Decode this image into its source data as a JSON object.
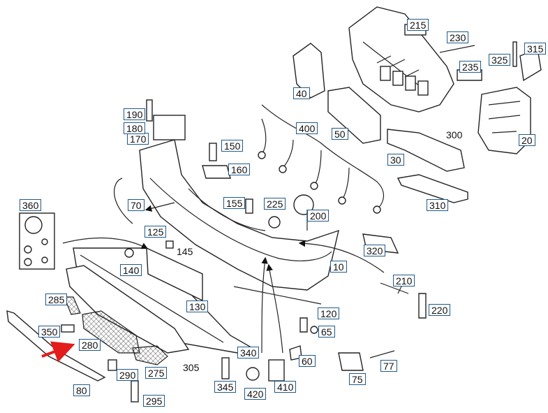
{
  "labels": {
    "l10": "10",
    "l20": "20",
    "l30": "30",
    "l40": "40",
    "l50": "50",
    "l60": "60",
    "l65": "65",
    "l70": "70",
    "l75": "75",
    "l77": "77",
    "l80": "80",
    "l120": "120",
    "l125": "125",
    "l130": "130",
    "l140": "140",
    "l145": "145",
    "l150": "150",
    "l155": "155",
    "l160": "160",
    "l170": "170",
    "l180": "180",
    "l190": "190",
    "l200": "200",
    "l210": "210",
    "l215": "215",
    "l220": "220",
    "l225": "225",
    "l230": "230",
    "l235": "235",
    "l275": "275",
    "l280": "280",
    "l285": "285",
    "l290": "290",
    "l295": "295",
    "l300": "300",
    "l305": "305",
    "l310": "310",
    "l315": "315",
    "l320": "320",
    "l325": "325",
    "l340": "340",
    "l345": "345",
    "l350": "350",
    "l360": "360",
    "l400": "400",
    "l410": "410",
    "l420": "420"
  },
  "colors": {
    "label_border": "#1f5a8c",
    "highlight_arrow": "#e31b1b",
    "line": "#222222"
  }
}
